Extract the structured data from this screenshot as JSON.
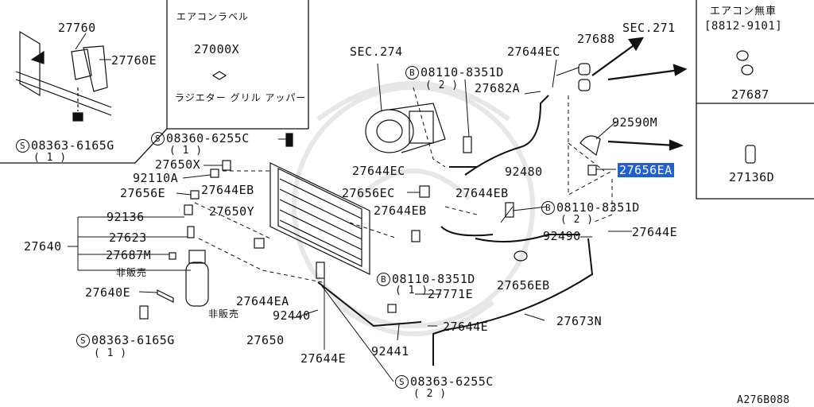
{
  "diagram_code": "A276B088",
  "inset_label_box": {
    "title": "エアコンラベル",
    "part": "27000X",
    "subtitle": "ラジエター グリル アッパー"
  },
  "inset_no_ac": {
    "title": "エアコン無車",
    "date_range": "[8812-9101]",
    "part_a": "27687",
    "part_b": "27136D"
  },
  "labels": {
    "p27760": "27760",
    "p27760E": "27760E",
    "s08363_top": "08363-6165G",
    "q1_a": "( 1 )",
    "s08360": "08360-6255C",
    "q1_b": "( 1 )",
    "p27650X": "27650X",
    "p92110A": "92110A",
    "p27656E": "27656E",
    "p27644EB_a": "27644EB",
    "p92136": "92136",
    "p27650Y": "27650Y",
    "p27640": "27640",
    "p27623": "27623",
    "p27687M": "27687M",
    "hihanbai_a": "非販売",
    "p27640E": "27640E",
    "s08363_bot": "08363-6165G",
    "q1_c": "( 1 )",
    "hihanbai_b": "非販売",
    "p27644EA": "27644EA",
    "p92440": "92440",
    "p27650": "27650",
    "p27644E_a": "27644E",
    "sec274": "SEC.274",
    "b08110_a": "08110-8351D",
    "q2_a": "( 2 )",
    "p27682A": "27682A",
    "p27644EC_a": "27644EC",
    "p27688": "27688",
    "sec271": "SEC.271",
    "p27644EC_b": "27644EC",
    "p92480": "92480",
    "p92590M": "92590M",
    "p27656EA": "27656EA",
    "p27656EC": "27656EC",
    "p27644EB_b": "27644EB",
    "p27644EB_c": "27644EB",
    "b08110_b": "08110-8351D",
    "q2_b": "( 2 )",
    "p92490": "92490",
    "p27644E_b": "27644E",
    "b08110_c": "08110-8351D",
    "q1_d": "( 1 )",
    "p27771E": "27771E",
    "p27656EB": "27656EB",
    "p27644E_c": "27644E",
    "p27673N": "27673N",
    "p92441": "92441",
    "s08363_6255": "08363-6255C",
    "q2_c": "( 2 )"
  },
  "circle_marks": {
    "s": "S",
    "b": "B"
  },
  "highlight_color": "#1f5fd1"
}
